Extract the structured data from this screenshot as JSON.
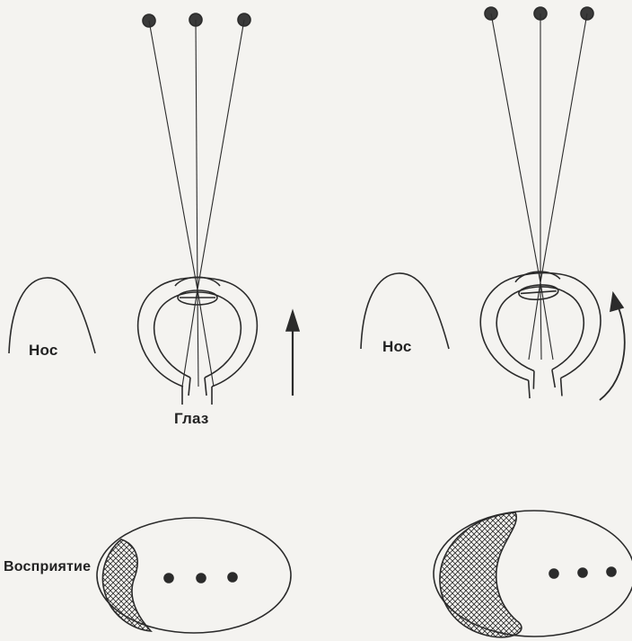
{
  "labels": {
    "nose_left": "Нос",
    "nose_right": "Нос",
    "eye": "Глаз",
    "perception": "Восприятие"
  },
  "colors": {
    "ink": "#2b2b2b",
    "background": "#f4f3f0"
  },
  "icons": {
    "point": "filled-circle",
    "movement": "arrow",
    "rotation": "curved-arrow"
  }
}
